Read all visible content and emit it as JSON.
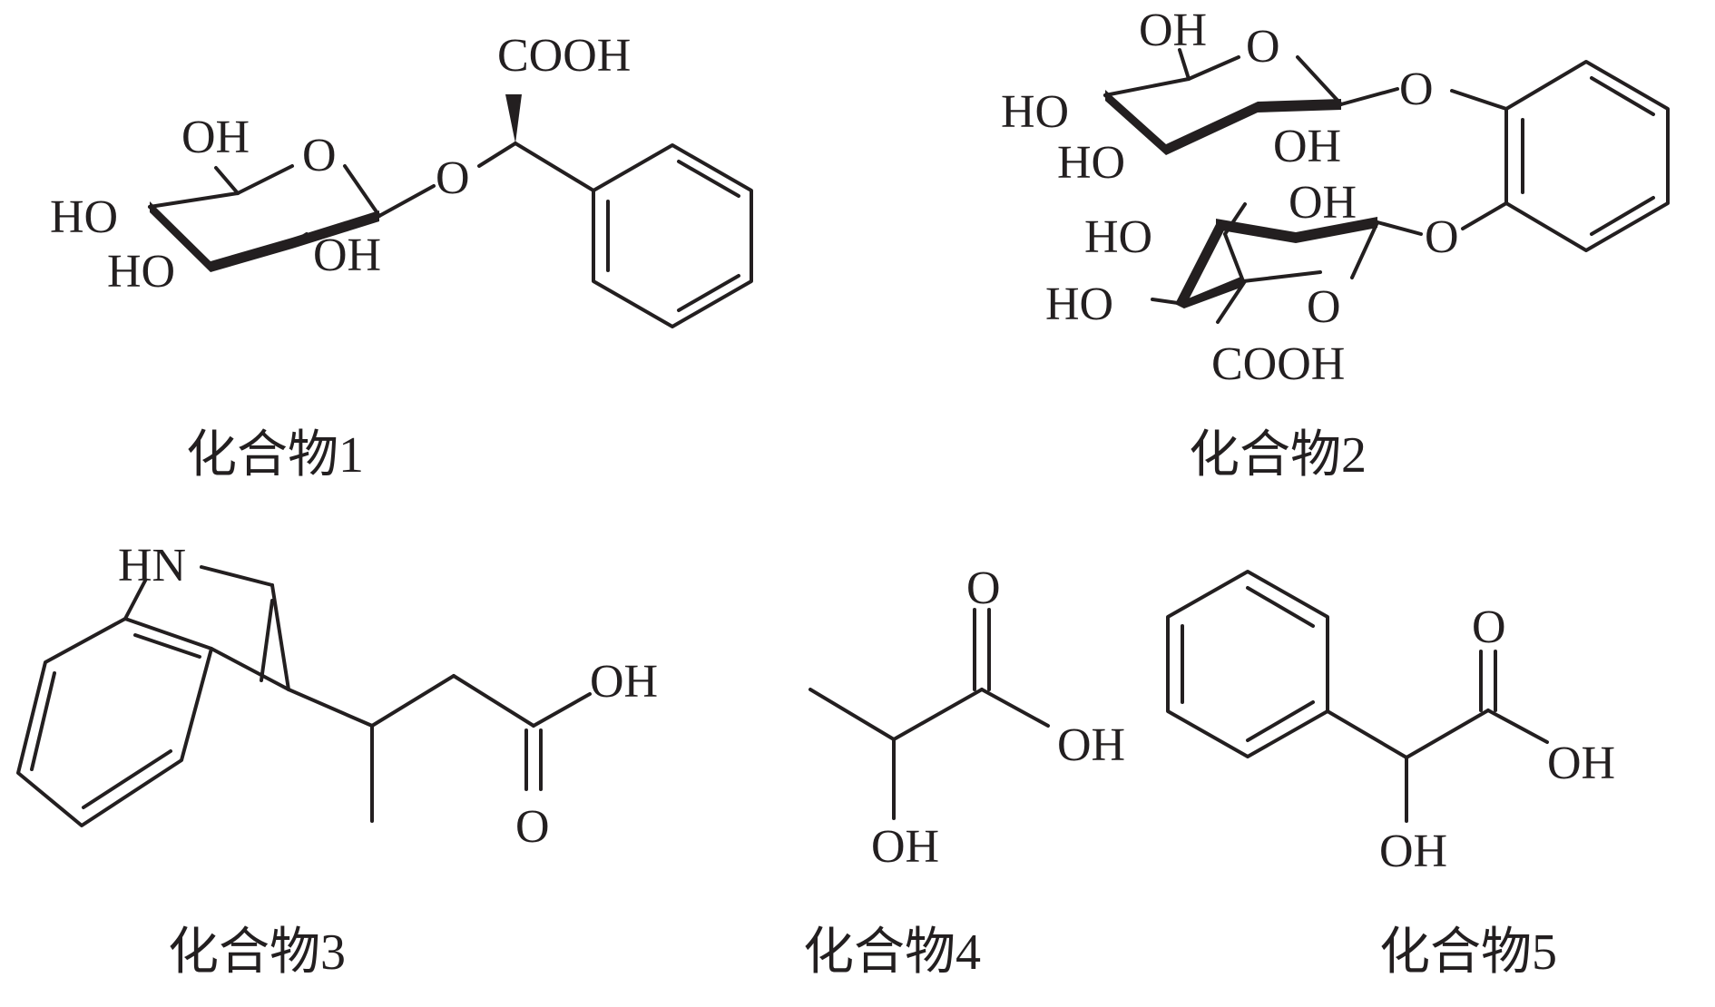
{
  "figure": {
    "compounds": [
      {
        "caption": "化合物1",
        "labels": {
          "cooh": "COOH",
          "oh_top": "OH",
          "ring_o": "O",
          "ho_left": "HO",
          "ho_bottom": "HO",
          "oh_bottom": "OH",
          "glyco_o": "O"
        }
      },
      {
        "caption": "化合物2",
        "labels": {
          "oh_top": "OH",
          "ring_o_top": "O",
          "ho_left_top": "HO",
          "ho_bottom_top": "HO",
          "oh_mid_top": "OH",
          "link_o_top": "O",
          "oh_mid_bottom": "OH",
          "link_o_bottom": "O",
          "ho_left_bottom1": "HO",
          "ho_left_bottom2": "HO",
          "ring_o_bottom": "O",
          "cooh": "COOH"
        }
      },
      {
        "caption": "化合物3",
        "labels": {
          "hn": "HN",
          "oh": "OH",
          "o": "O"
        }
      },
      {
        "caption": "化合物4",
        "labels": {
          "o": "O",
          "oh_right": "OH",
          "oh_bottom": "OH"
        }
      },
      {
        "caption": "化合物5",
        "labels": {
          "o": "O",
          "oh_right": "OH",
          "oh_bottom": "OH"
        }
      }
    ]
  }
}
